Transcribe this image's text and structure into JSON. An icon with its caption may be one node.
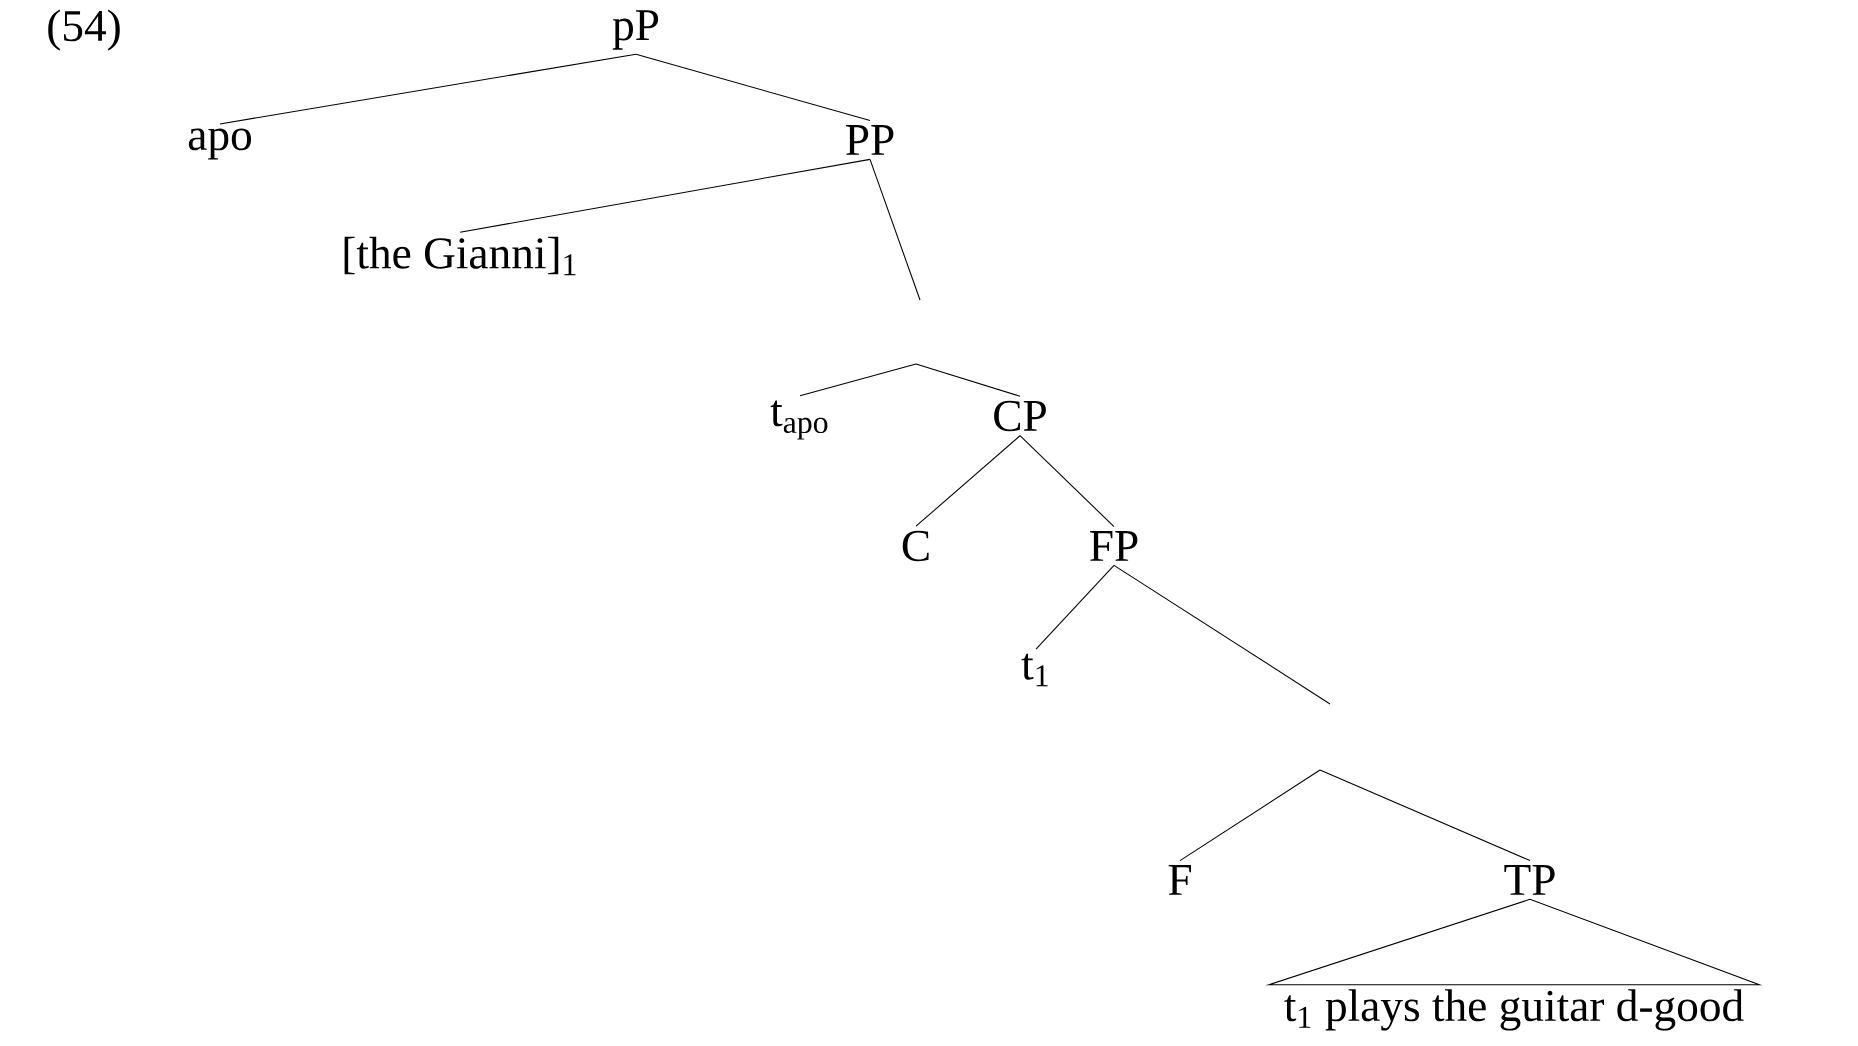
{
  "diagram": {
    "nodes": [
      {
        "text": [
          "pP"
        ]
      },
      {
        "text": [
          "apo"
        ]
      },
      {
        "text": [
          "PP"
        ]
      },
      {
        "text": [
          "[the Gianni]$_{1}$"
        ]
      },
      {
        "text": [
          "t$_{apo}$"
        ]
      },
      {
        "text": [
          "CP"
        ]
      },
      {
        "text": [
          "C"
        ]
      },
      {
        "text": [
          "FP"
        ]
      },
      {
        "text": [
          "t$_{1}$"
        ]
      },
      {
        "text": [
          "F"
        ]
      },
      {
        "text": [
          "TP"
        ]
      },
      {
        "text": [
          "t$_{1}$ plays the guitar d-good"
        ]
      }
    ],
    "edges": [
      {
        "from": 0,
        "to": 1,
        "arrow": "none"
      },
      {
        "from": 0,
        "to": 2,
        "arrow": "none"
      },
      {
        "from": 2,
        "to": 3,
        "arrow": "none"
      },
      {
        "from": 2,
        "to": null,
        "arrow": "none"
      },
      {
        "from": null,
        "to": 4,
        "arrow": "none"
      },
      {
        "from": null,
        "to": 5,
        "arrow": "none"
      },
      {
        "from": 5,
        "to": 6,
        "arrow": "none"
      },
      {
        "from": 5,
        "to": 7,
        "arrow": "none"
      },
      {
        "from": 7,
        "to": 8,
        "arrow": "none"
      },
      {
        "from": 7,
        "to": null,
        "arrow": "none"
      },
      {
        "from": null,
        "to": 9,
        "arrow": "none"
      },
      {
        "from": null,
        "to": 10,
        "arrow": "none"
      },
      {
        "from": 10,
        "to": 11,
        "arrow": "none"
      }
    ],
    "labels": [
      "(54)"
    ]
  }
}
